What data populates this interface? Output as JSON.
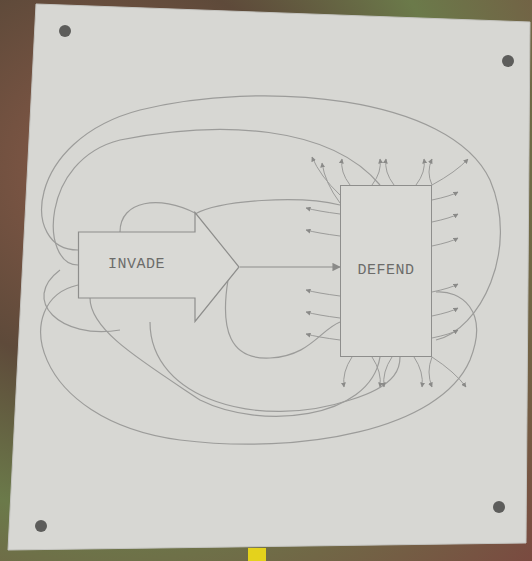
{
  "diagram": {
    "nodes": [
      {
        "text": [
          "INVADE"
        ]
      },
      {
        "text": [
          "DEFEND"
        ]
      }
    ],
    "edges": [
      {
        "from": 0,
        "to": 1,
        "arrow": "to"
      }
    ]
  }
}
